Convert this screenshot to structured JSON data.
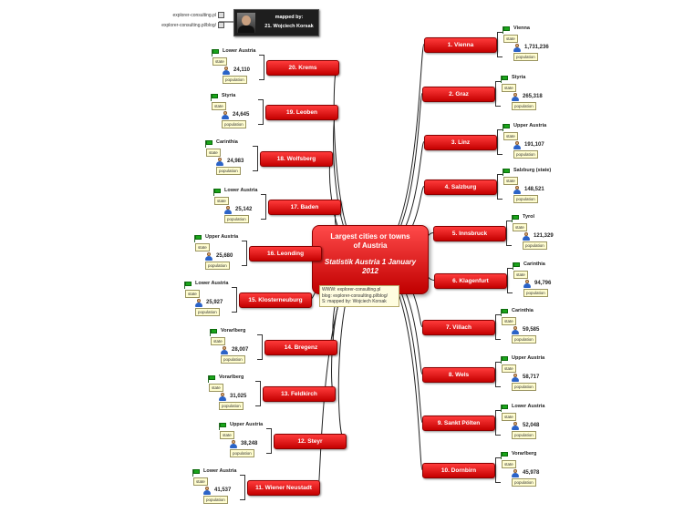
{
  "center": {
    "title_line1": "Largest cities or towns",
    "title_line2": "of Austria",
    "subtitle_line1": "Statistik Austria 1 January",
    "subtitle_line2": "2012"
  },
  "center_notes": [
    "WWW: explorer-consulting.pl",
    "blog: explorer-consulting.pl/blog/",
    "S: mapped by: Wojciech Korsak"
  ],
  "mapped": {
    "line1": "mapped by:",
    "line2": "21. Wojciech Korsak"
  },
  "links": [
    "explorer-consulting.pl",
    "explorer-consulting.pl/blog/"
  ],
  "labels": {
    "state": "state",
    "population": "population"
  },
  "colors": {
    "node": "#d40000",
    "note": "#fffdd0",
    "flag": "#1aa51a"
  },
  "cities": [
    {
      "name": "1. Vienna",
      "state": "Vienna",
      "population": "1,731,236"
    },
    {
      "name": "2. Graz",
      "state": "Styria",
      "population": "265,318"
    },
    {
      "name": "3. Linz",
      "state": "Upper Austria",
      "population": "191,107"
    },
    {
      "name": "4. Salzburg",
      "state": "Salzburg (state)",
      "population": "148,521"
    },
    {
      "name": "5. Innsbruck",
      "state": "Tyrol",
      "population": "121,329"
    },
    {
      "name": "6. Klagenfurt",
      "state": "Carinthia",
      "population": "94,796"
    },
    {
      "name": "7. Villach",
      "state": "Carinthia",
      "population": "59,585"
    },
    {
      "name": "8. Wels",
      "state": "Upper Austria",
      "population": "58,717"
    },
    {
      "name": "9. Sankt Pölten",
      "state": "Lower Austria",
      "population": "52,048"
    },
    {
      "name": "10. Dornbirn",
      "state": "Vorarlberg",
      "population": "45,978"
    },
    {
      "name": "11. Wiener Neustadt",
      "state": "Lower Austria",
      "population": "41,537"
    },
    {
      "name": "12. Steyr",
      "state": "Upper Austria",
      "population": "38,248"
    },
    {
      "name": "13. Feldkirch",
      "state": "Vorarlberg",
      "population": "31,025"
    },
    {
      "name": "14. Bregenz",
      "state": "Vorarlberg",
      "population": "28,007"
    },
    {
      "name": "15. Klosterneuburg",
      "state": "Lower Austria",
      "population": "25,927"
    },
    {
      "name": "16. Leonding",
      "state": "Upper Austria",
      "population": "25,680"
    },
    {
      "name": "17. Baden",
      "state": "Lower Austria",
      "population": "25,142"
    },
    {
      "name": "18. Wolfsberg",
      "state": "Carinthia",
      "population": "24,983"
    },
    {
      "name": "19. Leoben",
      "state": "Styria",
      "population": "24,645"
    },
    {
      "name": "20. Krems",
      "state": "Lower Austria",
      "population": "24,110"
    }
  ]
}
